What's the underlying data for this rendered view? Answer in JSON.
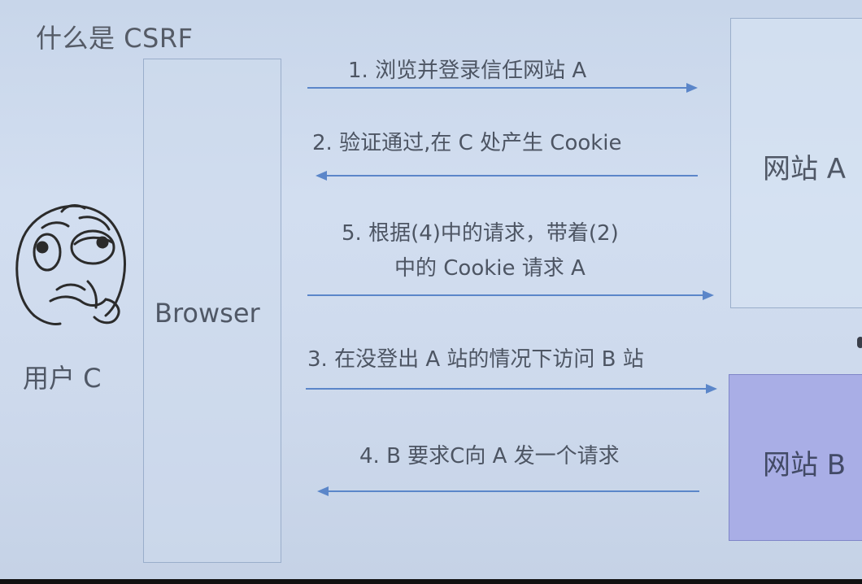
{
  "title": "什么是 CSRF",
  "browser": {
    "label": "Browser"
  },
  "site_a": {
    "label": "网站 A"
  },
  "site_b": {
    "label": "网站 B"
  },
  "user": {
    "label": "用户 C",
    "icon": "thinking-face-icon"
  },
  "steps": {
    "s1": "1. 浏览并登录信任网站 A",
    "s2": "2. 验证通过,在 C 处产生 Cookie",
    "s5_line1": "5. 根据(4)中的请求，带着(2)",
    "s5_line2": "中的 Cookie 请求 A",
    "s3": "3. 在没登出 A 站的情况下访问 B 站",
    "s4": "4. B 要求C向 A 发一个请求"
  },
  "colors": {
    "background": "#cdd9ec",
    "arrow": "#5b86c9",
    "site_b_fill": "#a9aee6",
    "box_border": "#9aaecb"
  }
}
